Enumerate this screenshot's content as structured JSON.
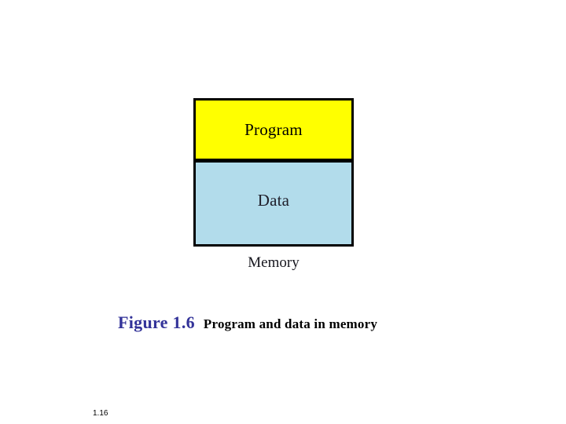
{
  "slide": {
    "number": "1.16",
    "background_color": "#ffffff"
  },
  "diagram": {
    "name": "program-and-data-in-memory",
    "outer_label": "Memory",
    "blocks": [
      {
        "label": "Program",
        "fill": "#ffff00",
        "border": "#000000"
      },
      {
        "label": "Data",
        "fill": "#b2dceb",
        "border": "#000000"
      }
    ]
  },
  "caption": {
    "figure_number": "Figure 1.6",
    "figure_number_color": "#333399",
    "figure_title": "Program and data in memory",
    "figure_title_color": "#000000"
  }
}
